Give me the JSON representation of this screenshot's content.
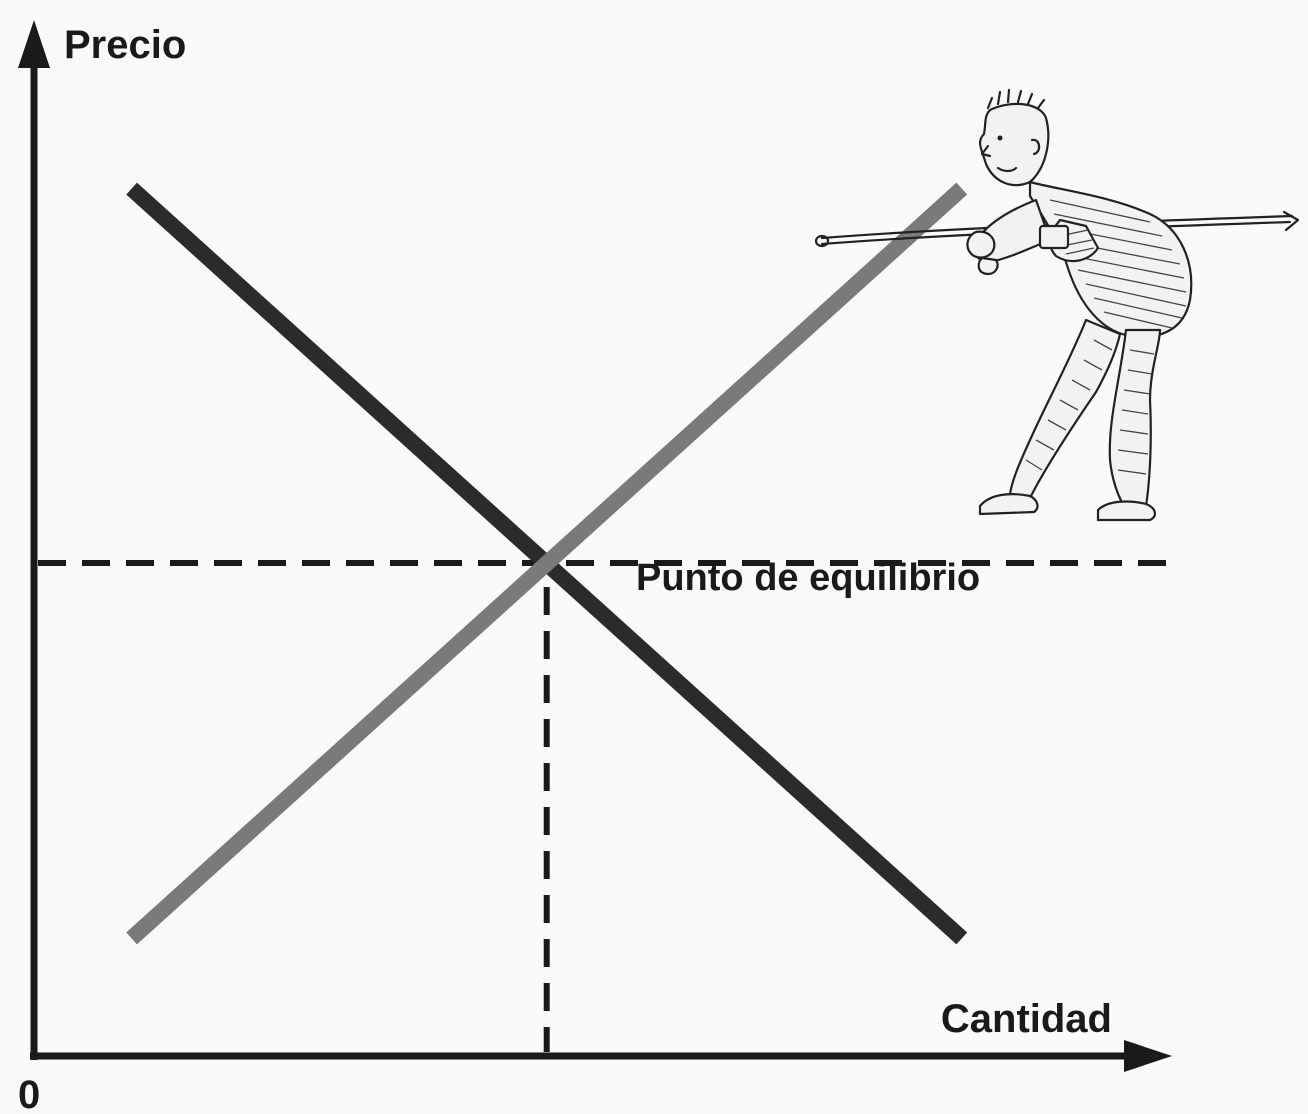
{
  "chart_data": {
    "type": "line",
    "title": "",
    "xlabel": "Cantidad",
    "ylabel": "Precio",
    "origin_label": "0",
    "xlim": [
      0,
      10
    ],
    "ylim": [
      0,
      10
    ],
    "series": [
      {
        "x": [
          1,
          8
        ],
        "y": [
          9.45,
          1.3
        ],
        "color": "#2b2b2b"
      },
      {
        "x": [
          1,
          8
        ],
        "y": [
          1.3,
          9.45
        ],
        "color": "#7a7a7a"
      }
    ],
    "equilibrium": {
      "x": 4.5,
      "y": 5.38,
      "label": "Punto de equilibrio"
    },
    "illustration": "man-pulling-rope"
  },
  "colors": {
    "axis": "#1a1a1a",
    "demand": "#2b2b2b",
    "supply": "#7a7a7a",
    "guides": "#1a1a1a"
  }
}
